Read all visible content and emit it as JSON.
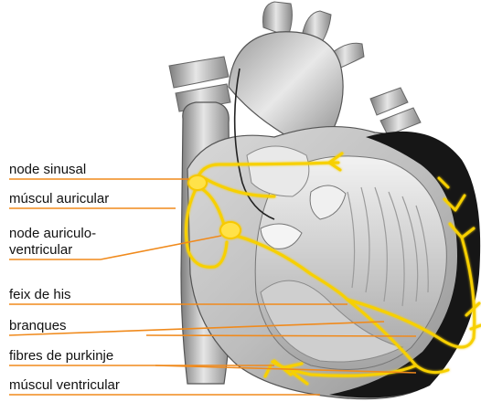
{
  "labels": {
    "node_sinusal": "node sinusal",
    "muscul_auricular": "múscul auricular",
    "node_av_line1": "node  auriculo-",
    "node_av_line2": "ventricular",
    "feix_de_his": "feix de his",
    "branques": "branques",
    "fibres_de_purkinje": "fibres de purkinje",
    "muscul_ventricular": "múscul ventricular"
  },
  "colors": {
    "leader_line": "#f08a1c",
    "conduction": "#f7d000",
    "node_fill": "#ffe24a",
    "heart_dark": "#161616",
    "heart_mid": "#8a8a8a",
    "heart_light": "#e2e2e2"
  }
}
